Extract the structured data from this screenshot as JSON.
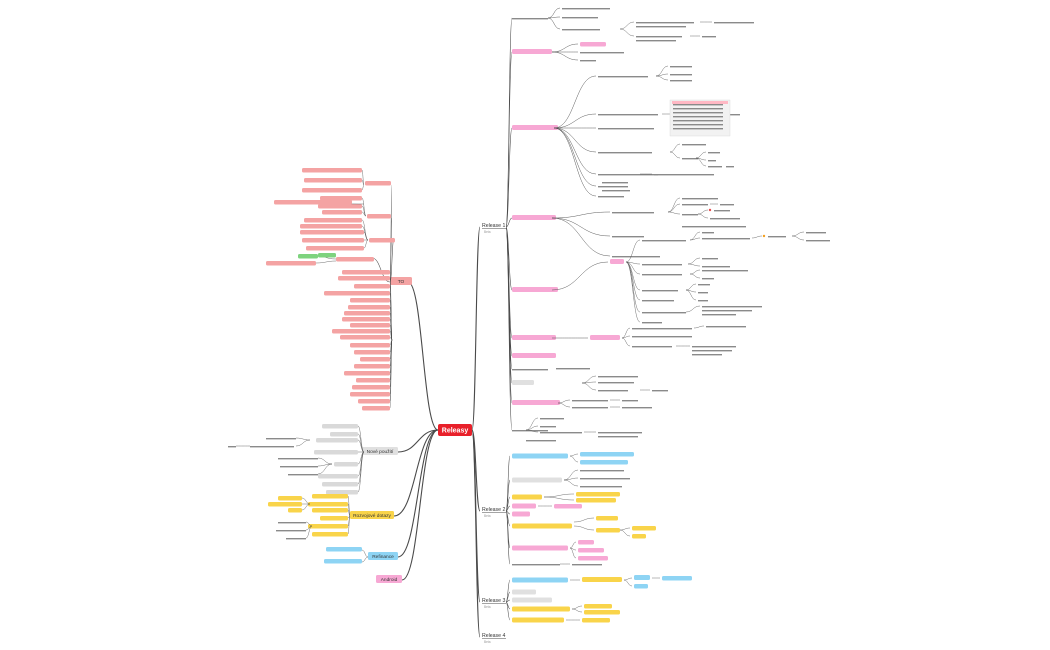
{
  "root": {
    "label": "Releasy",
    "color": "#e8202a"
  },
  "colors": {
    "red": "#f4a3a3",
    "pink": "#f7a8d4",
    "yellow": "#f9d44a",
    "blue": "#8ed4f4",
    "green": "#7ed37e",
    "gray": "#cfcfcf",
    "line": "#4a4a4a"
  },
  "main_branches": [
    {
      "label": "Release 1",
      "sub": "Beta"
    },
    {
      "label": "Release 2",
      "sub": "Beta"
    },
    {
      "label": "Release 3",
      "sub": "Beta"
    },
    {
      "label": "Release 4",
      "sub": "Beta"
    }
  ],
  "left_branches": [
    {
      "label": "TO",
      "sub": ""
    },
    {
      "label": "Nové použití",
      "sub": ""
    },
    {
      "label": "Rozvojové dotazy",
      "sub": ""
    },
    {
      "label": "Refinance",
      "sub": ""
    },
    {
      "label": "Android",
      "sub": ""
    }
  ]
}
